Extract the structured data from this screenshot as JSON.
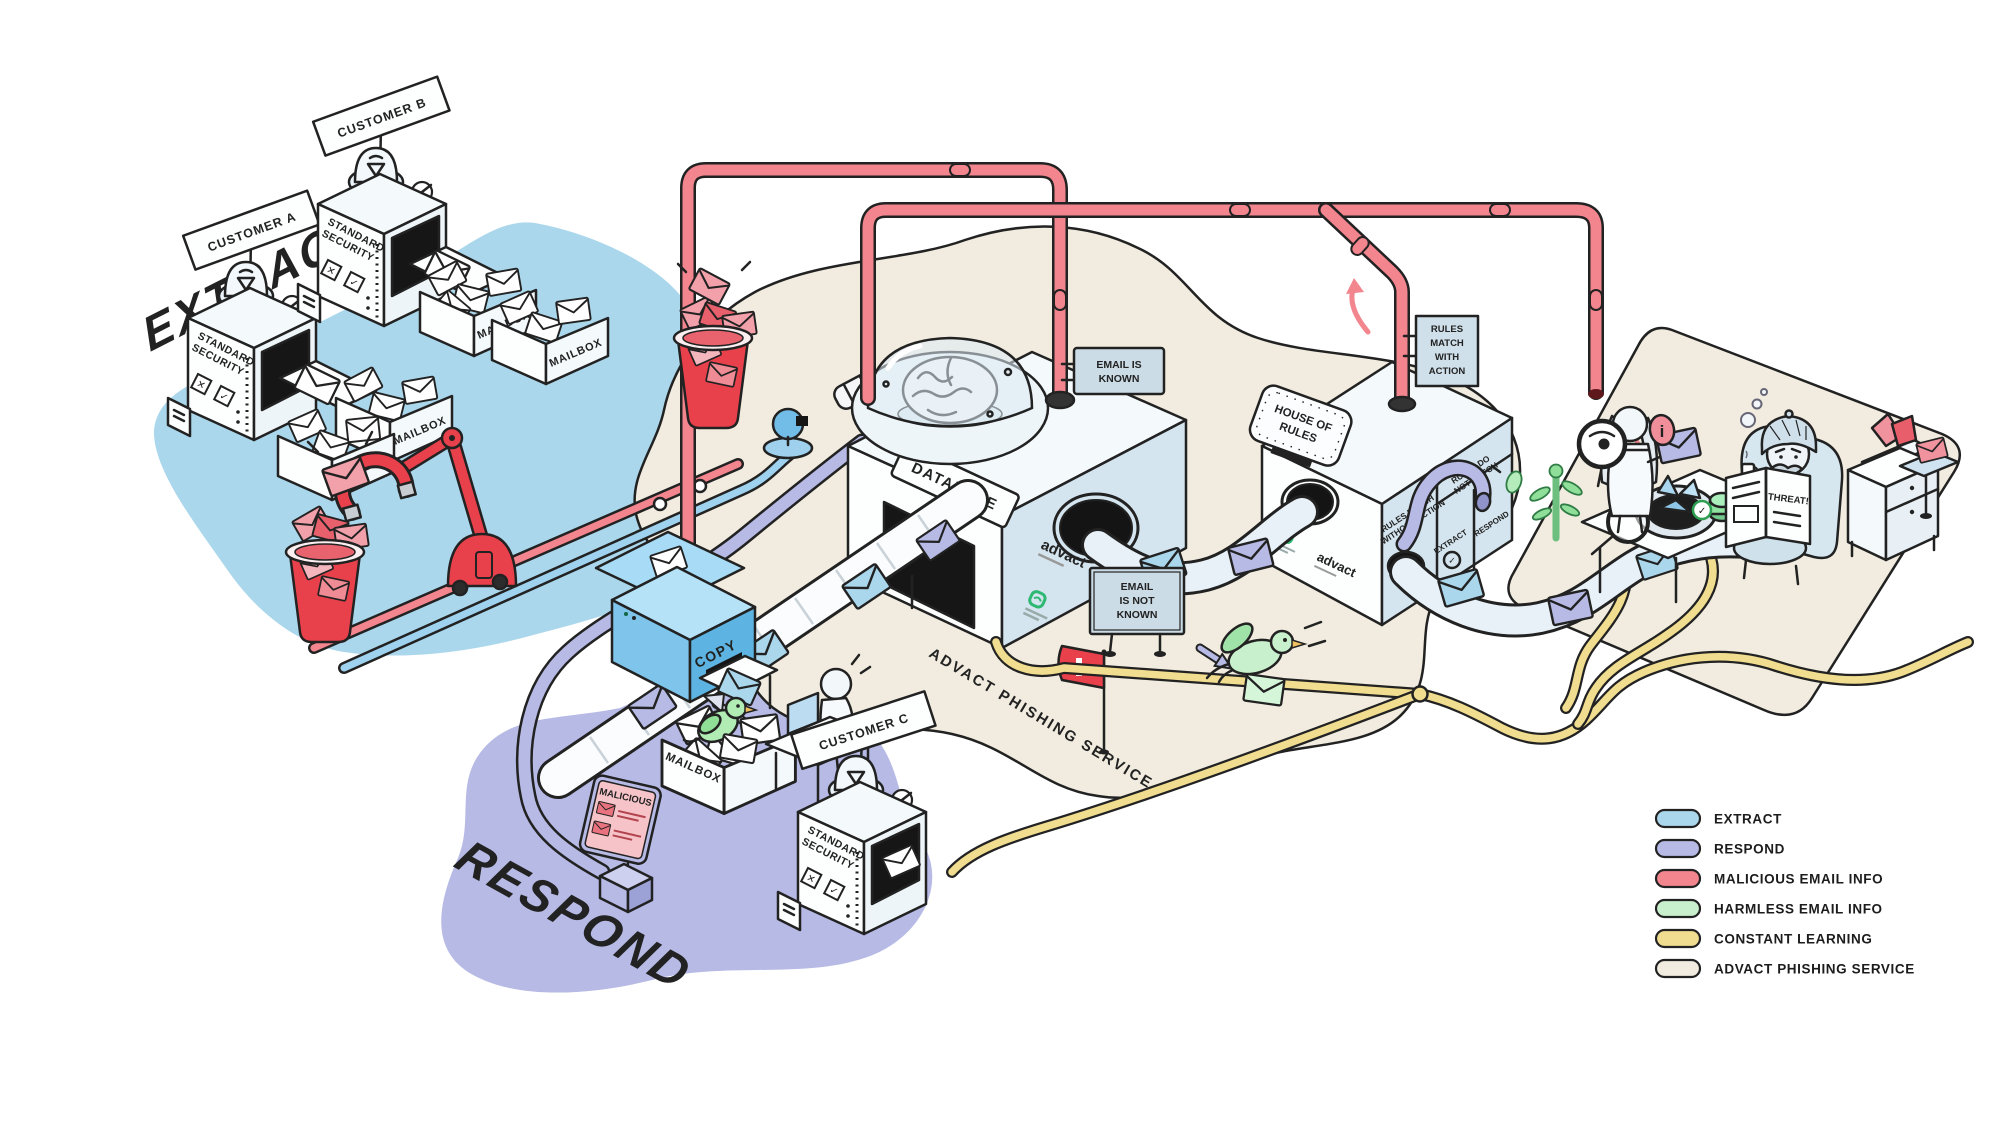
{
  "palette": {
    "extract": "#abd7ec",
    "respond": "#b6bae5",
    "malicious": "#f2858e",
    "harmless": "#c8f0cc",
    "learning": "#f1dd90",
    "service": "#f1ecdf",
    "red-solid": "#e8414c",
    "band": "#e8f1f7",
    "zone-extract": "#b9dcf2",
    "zone-respond": "#babee9",
    "ink": "#222222"
  },
  "zones": {
    "extract": "EXTRACT",
    "respond": "RESPOND",
    "service_edge": "ADVACT PHISHING SERVICE"
  },
  "signs": {
    "customer_a": "CUSTOMER A",
    "customer_b": "CUSTOMER B",
    "customer_c": "CUSTOMER C",
    "standard_l1": "STANDARD",
    "standard_l2": "SECURITY",
    "mailbox": "MAILBOX",
    "copy": "COPY",
    "database": "DATABASE",
    "email_known_l1": "EMAIL IS",
    "email_known_l2": "KNOWN",
    "email_not_known_l1": "EMAIL",
    "email_not_known_l2": "IS NOT",
    "email_not_known_l3": "KNOWN",
    "house_l1": "HOUSE OF",
    "house_l2": "RULES",
    "match_action_l1": "RULES",
    "match_action_l2": "MATCH",
    "match_action_l3": "WITH",
    "match_action_l4": "ACTION",
    "match_noaction_l1": "RULES MATCH",
    "match_noaction_l2": "WITHOUT ACTION",
    "nomatch_l1": "RULES DO",
    "nomatch_l2": "NOT MATCH",
    "chute_extract": "EXTRACT",
    "chute_respond": "RESPOND",
    "malicious": "MALICIOUS",
    "threat_book": "THREAT!"
  },
  "brand": {
    "advact": "advact"
  },
  "icons": {
    "check": "✓",
    "cross": "✕",
    "info": "i"
  },
  "legend": {
    "items": [
      {
        "label": "EXTRACT",
        "color": "#abd7ec"
      },
      {
        "label": "RESPOND",
        "color": "#b6bae5"
      },
      {
        "label": "MALICIOUS EMAIL INFO",
        "color": "#f2858e"
      },
      {
        "label": "HARMLESS EMAIL INFO",
        "color": "#c8f0cc"
      },
      {
        "label": "CONSTANT LEARNING",
        "color": "#f1dd90"
      },
      {
        "label": "ADVACT PHISHING SERVICE",
        "color": "#f1ecdf"
      }
    ]
  }
}
